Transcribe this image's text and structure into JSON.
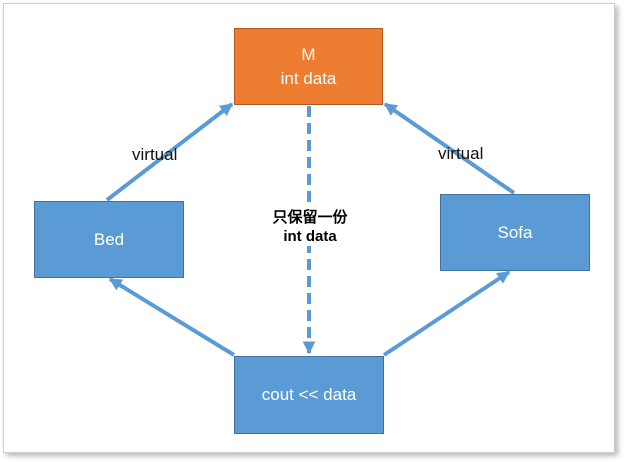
{
  "diagram": {
    "nodes": {
      "m": {
        "line1": "M",
        "line2": "int data",
        "color": "#ed7d31"
      },
      "bed": {
        "label": "Bed",
        "color": "#5b9bd5"
      },
      "sofa": {
        "label": "Sofa",
        "color": "#5b9bd5"
      },
      "cout": {
        "label": "cout << data",
        "color": "#5b9bd5"
      }
    },
    "edges": {
      "bed_to_m": {
        "label": "virtual",
        "style": "solid"
      },
      "sofa_to_m": {
        "label": "virtual",
        "style": "solid"
      },
      "cout_to_bed": {
        "label": "",
        "style": "solid"
      },
      "cout_to_sofa": {
        "label": "",
        "style": "solid"
      },
      "m_to_cout": {
        "label": "",
        "style": "dashed"
      }
    },
    "note": {
      "line1": "只保留一份",
      "line2": "int data"
    },
    "arrow_color": "#5b9bd5"
  }
}
